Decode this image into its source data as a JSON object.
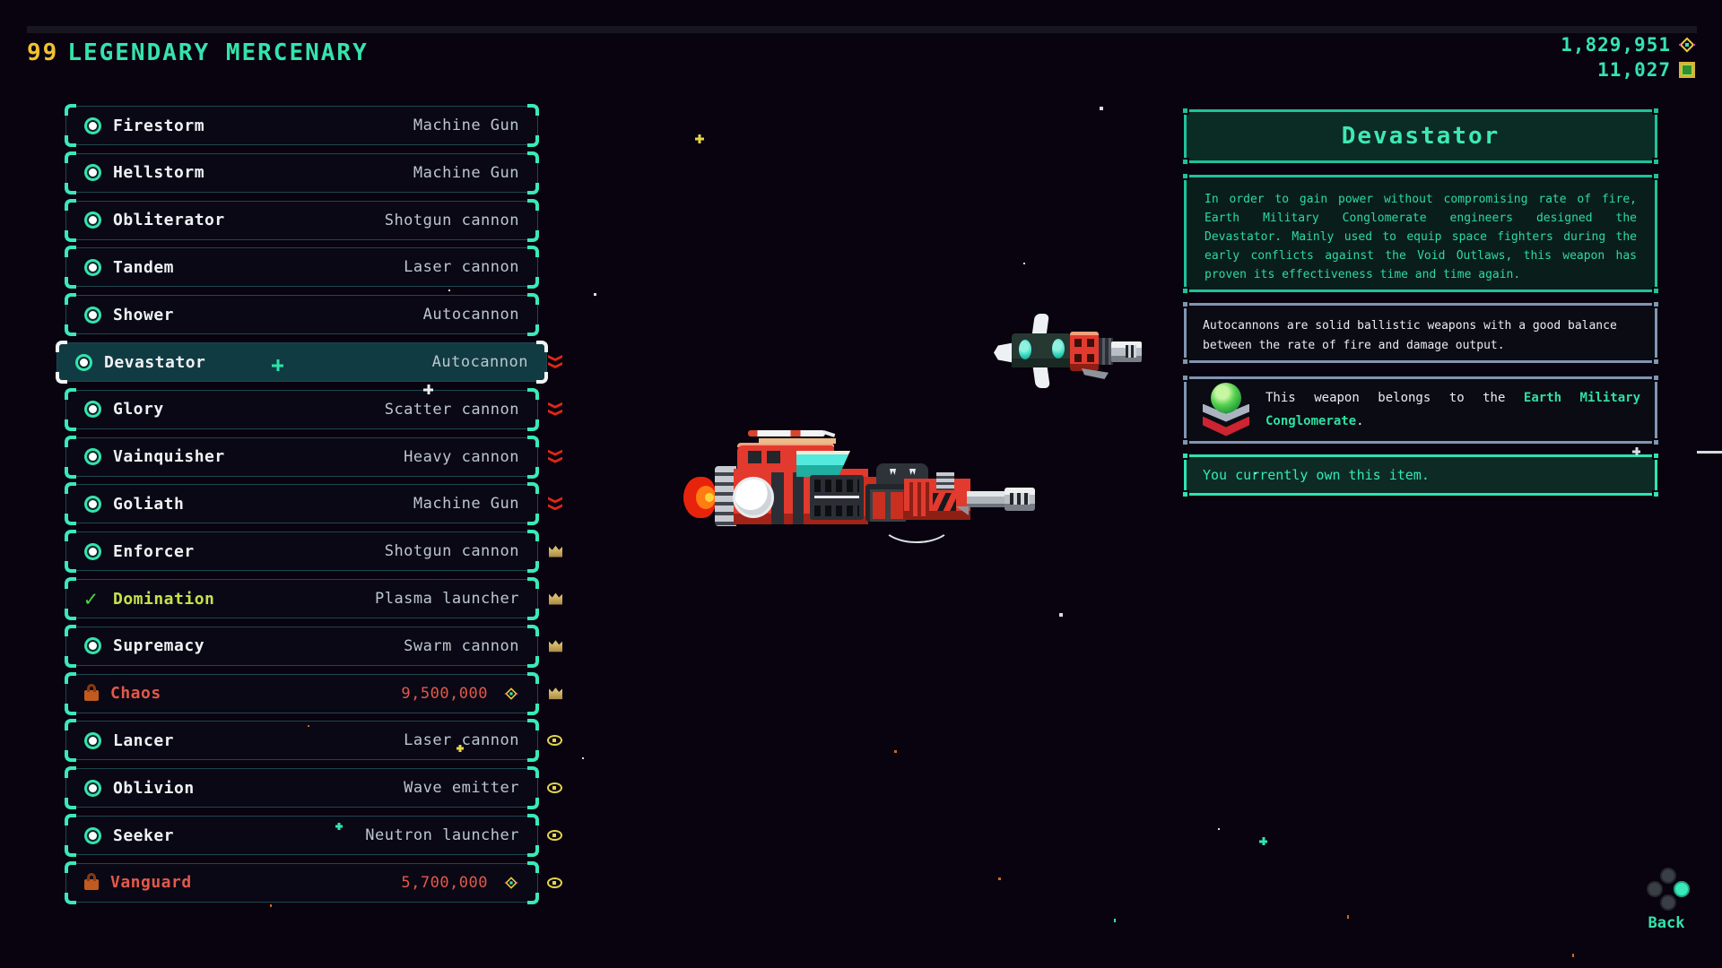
{
  "header": {
    "level": "99",
    "rank": "LEGENDARY MERCENARY",
    "credits": "1,829,951",
    "tech_points": "11,027"
  },
  "weapons": [
    {
      "name": "Firestorm",
      "right": "Machine Gun",
      "selected": false,
      "locked": false,
      "owned": false,
      "price": false,
      "side_icon": null
    },
    {
      "name": "Hellstorm",
      "right": "Machine Gun",
      "selected": false,
      "locked": false,
      "owned": false,
      "price": false,
      "side_icon": null
    },
    {
      "name": "Obliterator",
      "right": "Shotgun cannon",
      "selected": false,
      "locked": false,
      "owned": false,
      "price": false,
      "side_icon": null
    },
    {
      "name": "Tandem",
      "right": "Laser cannon",
      "selected": false,
      "locked": false,
      "owned": false,
      "price": false,
      "side_icon": null
    },
    {
      "name": "Shower",
      "right": "Autocannon",
      "selected": false,
      "locked": false,
      "owned": false,
      "price": false,
      "side_icon": null
    },
    {
      "name": "Devastator",
      "right": "Autocannon",
      "selected": true,
      "locked": false,
      "owned": false,
      "price": false,
      "side_icon": "chevron-down"
    },
    {
      "name": "Glory",
      "right": "Scatter cannon",
      "selected": false,
      "locked": false,
      "owned": false,
      "price": false,
      "side_icon": "chevron-down"
    },
    {
      "name": "Vainquisher",
      "right": "Heavy cannon",
      "selected": false,
      "locked": false,
      "owned": false,
      "price": false,
      "side_icon": "chevron-down"
    },
    {
      "name": "Goliath",
      "right": "Machine Gun",
      "selected": false,
      "locked": false,
      "owned": false,
      "price": false,
      "side_icon": "chevron-down"
    },
    {
      "name": "Enforcer",
      "right": "Shotgun cannon",
      "selected": false,
      "locked": false,
      "owned": false,
      "price": false,
      "side_icon": "crown"
    },
    {
      "name": "Domination",
      "right": "Plasma launcher",
      "selected": false,
      "locked": false,
      "owned": true,
      "price": false,
      "side_icon": "crown"
    },
    {
      "name": "Supremacy",
      "right": "Swarm cannon",
      "selected": false,
      "locked": false,
      "owned": false,
      "price": false,
      "side_icon": "crown"
    },
    {
      "name": "Chaos",
      "right": "9,500,000",
      "selected": false,
      "locked": true,
      "owned": false,
      "price": true,
      "side_icon": "crown"
    },
    {
      "name": "Lancer",
      "right": "Laser cannon",
      "selected": false,
      "locked": false,
      "owned": false,
      "price": false,
      "side_icon": "eye"
    },
    {
      "name": "Oblivion",
      "right": "Wave emitter",
      "selected": false,
      "locked": false,
      "owned": false,
      "price": false,
      "side_icon": "eye"
    },
    {
      "name": "Seeker",
      "right": "Neutron launcher",
      "selected": false,
      "locked": false,
      "owned": false,
      "price": false,
      "side_icon": "eye"
    },
    {
      "name": "Vanguard",
      "right": "5,700,000",
      "selected": false,
      "locked": true,
      "owned": false,
      "price": true,
      "side_icon": "eye"
    }
  ],
  "panel": {
    "title": "Devastator",
    "description": "In order to gain power without compromising rate of fire, Earth Military Conglomerate engineers designed the Devastator. Mainly used to equip space fighters during the early conflicts against the Void Outlaws, this weapon has proven its effectiveness time and time again.",
    "category_info": "Autocannons are solid ballistic weapons with a good balance between the rate of fire and damage output.",
    "faction_prefix": "This weapon belongs to the ",
    "faction_name": "Earth Military Conglomerate",
    "faction_suffix": ".",
    "ownership": "You currently own this item."
  },
  "back_label": "Back",
  "icons": {
    "credits": "gem-icon",
    "tech_points": "chip-icon",
    "weapon_default": "bullet-icon",
    "weapon_owned": "check-icon",
    "weapon_locked": "lock-icon",
    "side_downgrade": "double-chevron-down-icon",
    "side_top_tier": "crown-icon",
    "side_preview": "eye-icon",
    "back": "gamepad-buttons-icon"
  },
  "colors": {
    "accent_teal": "#35e3ae",
    "locked_red": "#e2594a",
    "gold": "#f2c230",
    "owned_green": "#c6e24c",
    "frame_slate": "#8095b2"
  }
}
